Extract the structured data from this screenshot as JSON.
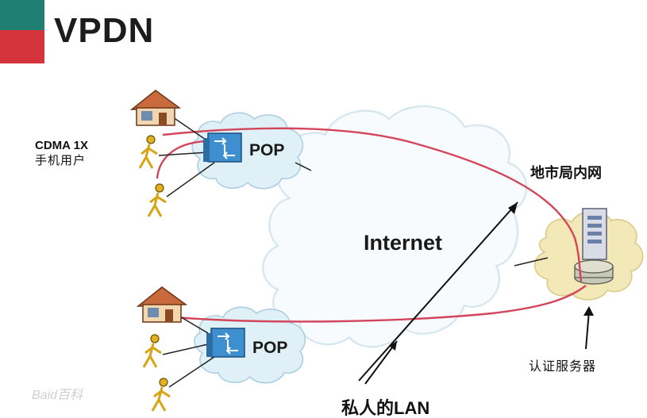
{
  "title": "VPDN",
  "pop_top": "POP",
  "pop_bottom": "POP",
  "internet": "Internet",
  "cdma_line1": "CDMA 1X",
  "cdma_line2": "手机用户",
  "corp_network": "地市局内网",
  "server": "认证服务器",
  "private_lan": "私人的LAN",
  "watermark": "Baid百科",
  "colors": {
    "tunnel": "#d2455a",
    "cloud": "#dff0f7",
    "cloud_stroke": "#a9cde0",
    "router": "#3d8fd0",
    "figure": "#e2b21c",
    "house": "#c96a3d",
    "title_teal": "#1f7f73",
    "title_red": "#d5343c"
  },
  "icons": [
    "house-icon",
    "person-icon",
    "router-icon",
    "server-icon",
    "cloud-icon"
  ]
}
